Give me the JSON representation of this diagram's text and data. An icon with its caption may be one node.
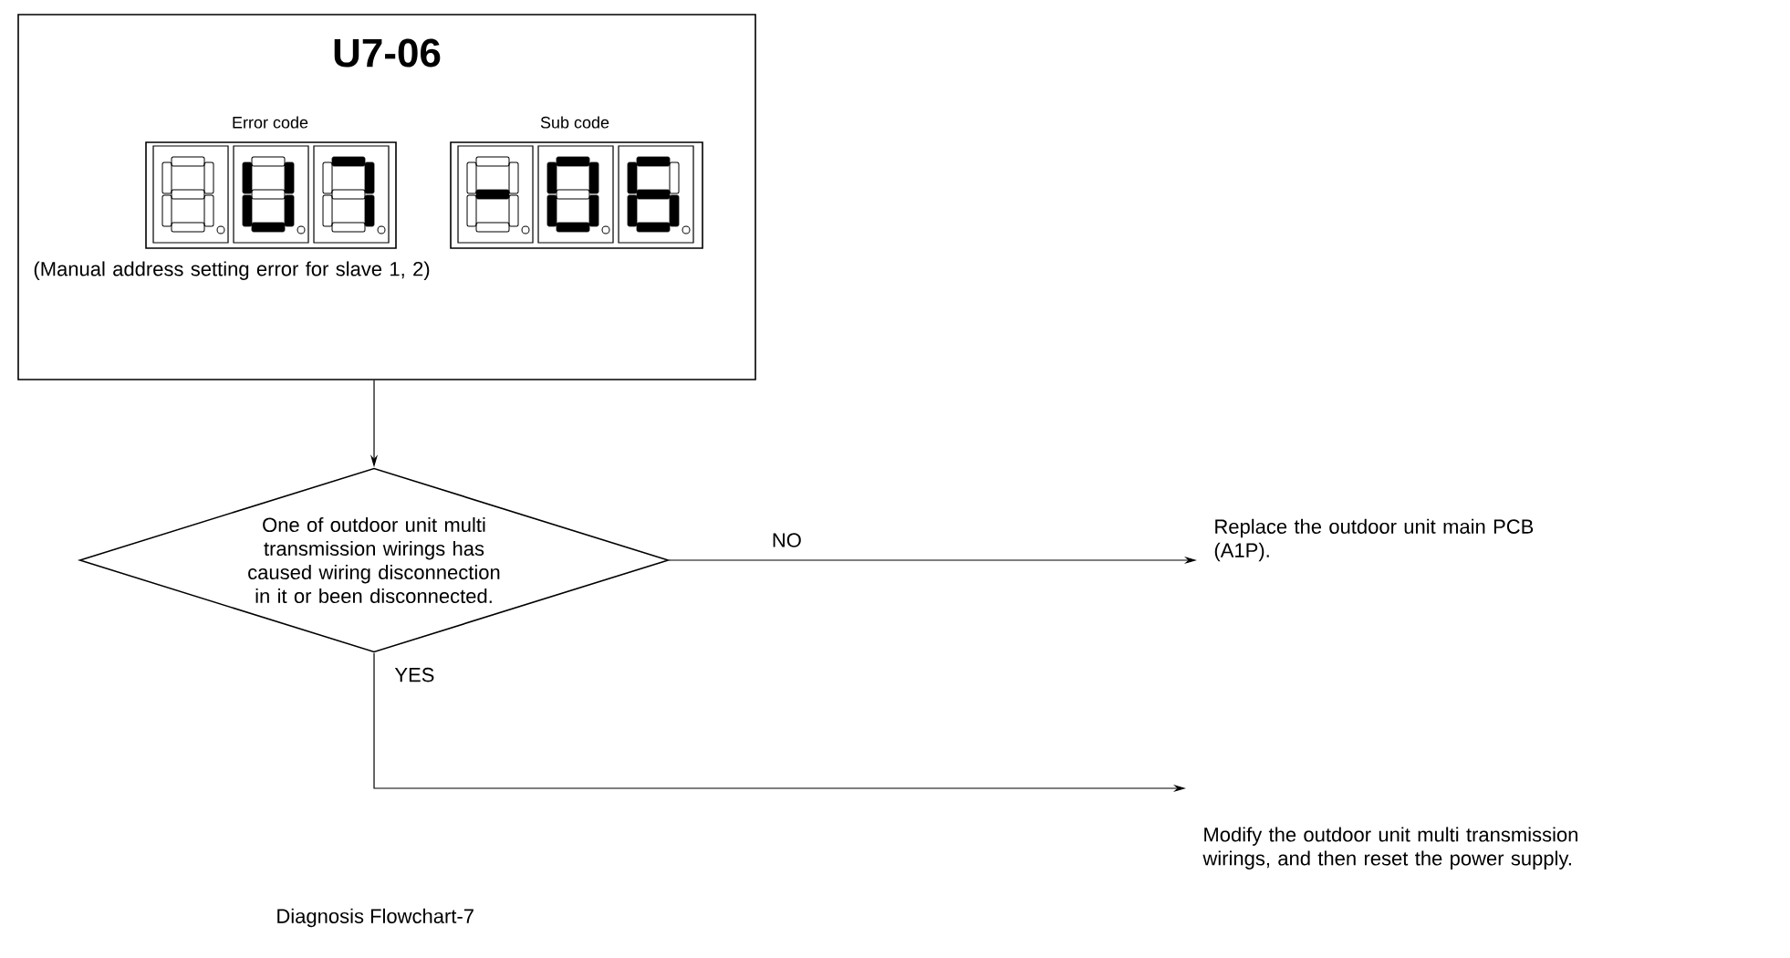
{
  "diagram": {
    "nodes": [
      {
        "text": [
          "U7-06",
          "Error code",
          "Sub code",
          "(Manual address setting error for slave 1, 2)"
        ]
      },
      {
        "text": [
          "One of outdoor unit multi transmission wirings has caused wiring disconnection in it or been disconnected."
        ]
      },
      {
        "text": [
          "Replace the outdoor unit main PCB (A1P)."
        ]
      },
      {
        "text": [
          "Modify the outdoor unit multi transmission wirings, and then reset the power supply."
        ]
      }
    ],
    "edges": [
      {
        "from": 0,
        "to": 1,
        "arrow": "to"
      },
      {
        "from": 1,
        "to": 2,
        "arrow": "to",
        "label": "NO"
      },
      {
        "from": 1,
        "to": 3,
        "arrow": "to",
        "label": "YES"
      }
    ],
    "labels": [
      "Diagnosis Flowchart-7"
    ]
  }
}
